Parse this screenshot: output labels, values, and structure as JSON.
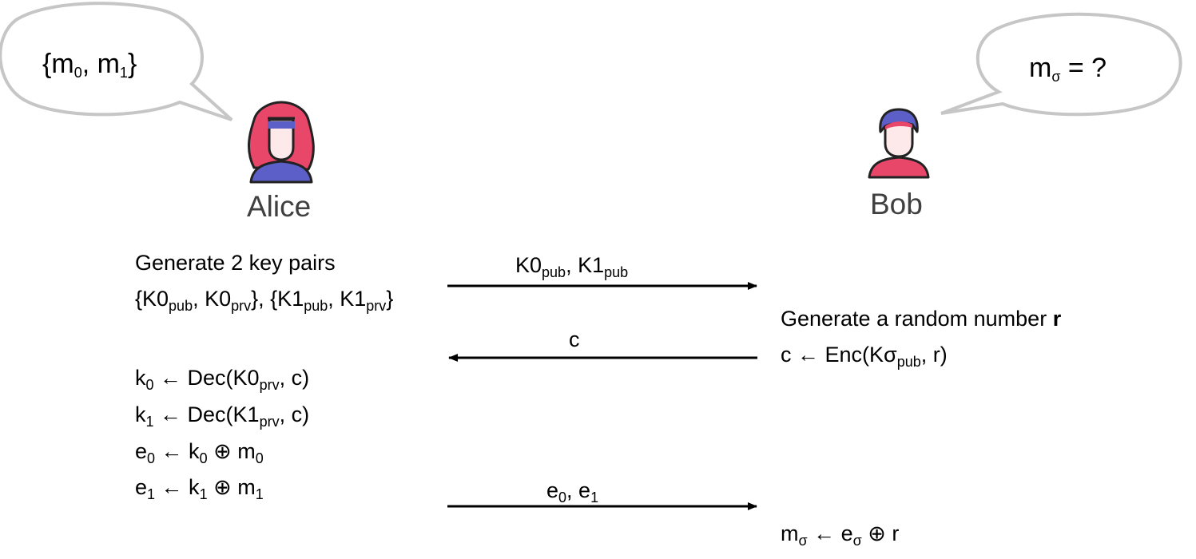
{
  "bubbles": {
    "alice": {
      "text": "{m",
      "sub0": "0",
      "mid": ", m",
      "sub1": "1",
      "end": "}"
    },
    "bob": {
      "text": "m",
      "sub": "σ",
      "end": " = ?"
    }
  },
  "actors": {
    "alice": {
      "name": "Alice"
    },
    "bob": {
      "name": "Bob"
    }
  },
  "alice_steps": {
    "gen_title": "Generate 2 key pairs",
    "keypairs": {
      "a": "{K0",
      "pub": "pub",
      "b": ", K0",
      "prv": "prv",
      "c": "}, {K1",
      "pub2": "pub",
      "d": ", K1",
      "prv2": "prv",
      "e": "}"
    },
    "k0": {
      "a": "k",
      "s": "0",
      "b": " ← Dec(K0",
      "prv": "prv",
      "c": ", c)"
    },
    "k1": {
      "a": "k",
      "s": "1",
      "b": " ← Dec(K1",
      "prv": "prv",
      "c": ", c)"
    },
    "e0": {
      "a": "e",
      "s": "0",
      "b": " ← k",
      "s2": "0",
      "c": " ⊕ m",
      "s3": "0"
    },
    "e1": {
      "a": "e",
      "s": "1",
      "b": " ← k",
      "s2": "1",
      "c": " ⊕ m",
      "s3": "1"
    }
  },
  "bob_steps": {
    "rand": {
      "text": "Generate a random number ",
      "bold": "r"
    },
    "enc": {
      "a": "c ← Enc(Kσ",
      "pub": "pub",
      "b": ", r)"
    },
    "result": {
      "a": "m",
      "s": "σ",
      "b": " ← e",
      "s2": "σ",
      "c": " ⊕ r"
    }
  },
  "messages": {
    "keys": {
      "a": "K0",
      "pub": "pub",
      "b": ", K1",
      "pub2": "pub"
    },
    "c": {
      "label": "c"
    },
    "e": {
      "a": "e",
      "s": "0",
      "b": ", e",
      "s2": "1"
    }
  },
  "colors": {
    "hair_alice": "#e8476a",
    "band": "#5b5fc7",
    "skin": "#fde9e9",
    "shirt_alice": "#5b5fc7",
    "hair_bob": "#e8476a",
    "shirt_bob": "#e8476a",
    "outline": "#222222",
    "bubble_stroke": "#c6c6c6"
  }
}
